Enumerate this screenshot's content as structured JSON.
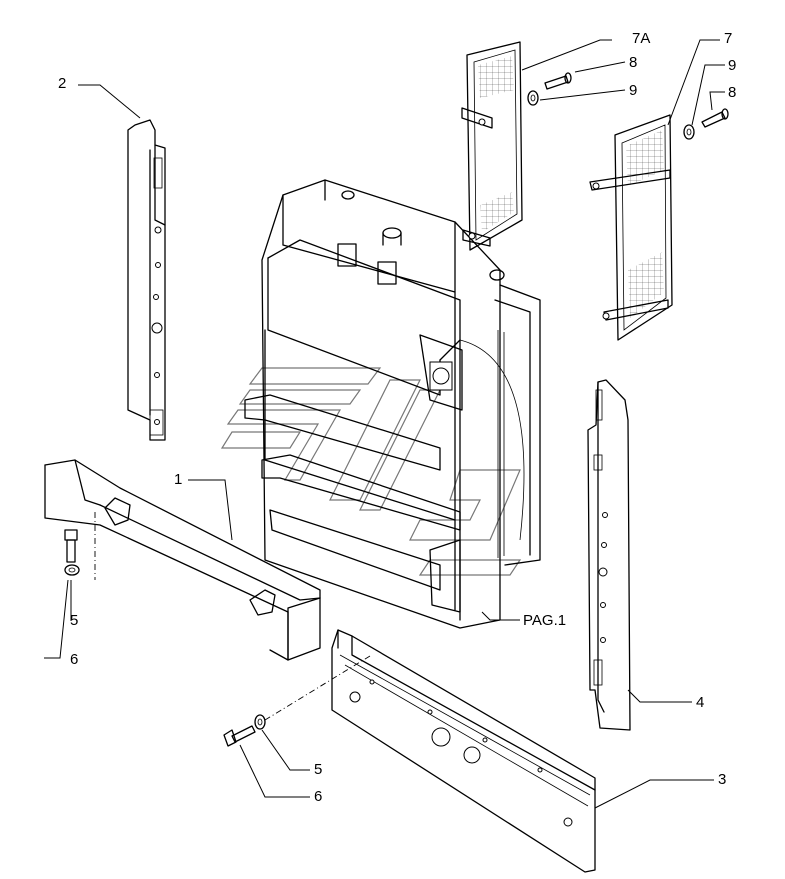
{
  "callouts": {
    "c1": "1",
    "c2": "2",
    "c3": "3",
    "c4": "4",
    "c5a": "5",
    "c6a": "6",
    "c5b": "5",
    "c6b": "6",
    "c7": "7",
    "c7a": "7A",
    "c8a": "8",
    "c9a": "9",
    "c9b": "9",
    "c8b": "8",
    "pag": "PAG.1"
  }
}
